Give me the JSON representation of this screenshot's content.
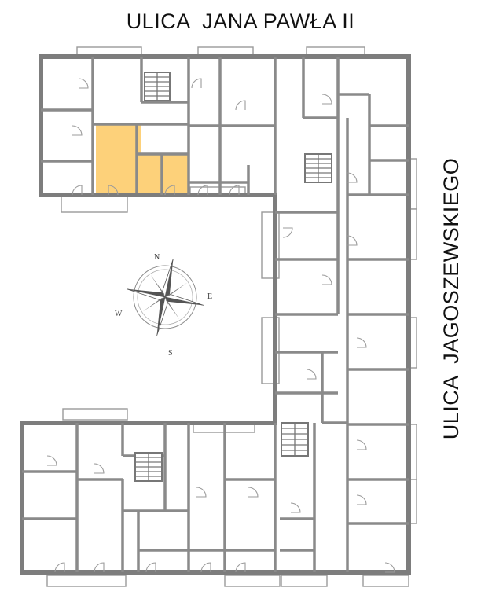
{
  "streets": {
    "top": "ULICA  JANA PAWŁA II",
    "right": "ULICA  JAGOSZEWSKIEGO"
  },
  "compass": {
    "n": "N",
    "e": "E",
    "s": "S",
    "w": "W"
  },
  "colors": {
    "wall": "#7d7d7d",
    "highlighted_unit": "#fdd17a",
    "background": "#ffffff"
  }
}
